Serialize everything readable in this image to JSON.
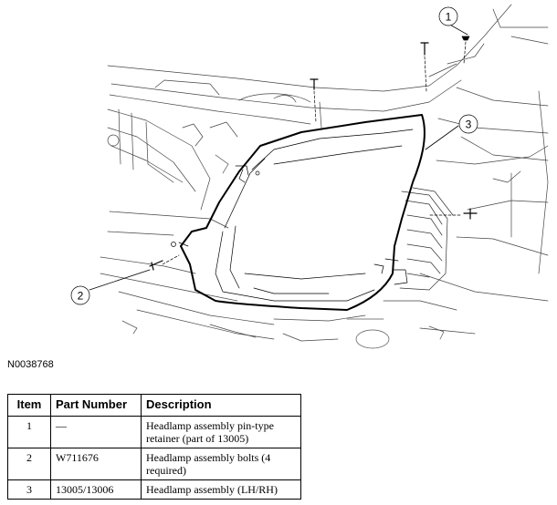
{
  "figure": {
    "id": "N0038768",
    "callouts": [
      "1",
      "2",
      "3"
    ]
  },
  "table": {
    "headers": [
      "Item",
      "Part Number",
      "Description"
    ],
    "rows": [
      {
        "item": "1",
        "part_number": "—",
        "description": "Headlamp assembly pin-type retainer (part of 13005)"
      },
      {
        "item": "2",
        "part_number": "W711676",
        "description": "Headlamp assembly bolts (4 required)"
      },
      {
        "item": "3",
        "part_number": "13005/13006",
        "description": "Headlamp assembly (LH/RH)"
      }
    ]
  }
}
